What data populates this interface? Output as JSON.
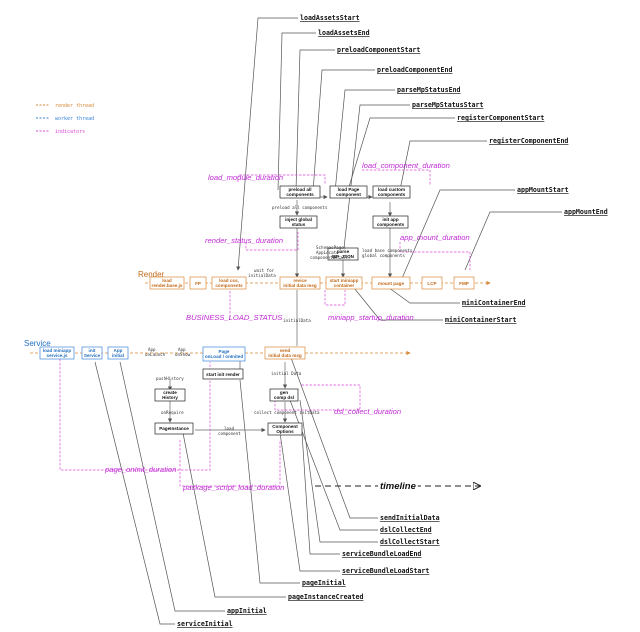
{
  "legend": {
    "render": "render thread",
    "worker": "worker thread",
    "indicators": "indicators"
  },
  "colors": {
    "render": "#d8893a",
    "worker": "#3a86d8",
    "indicator": "#d84ad8",
    "event": "#555555"
  },
  "lanes": {
    "render": "Render",
    "service": "Service"
  },
  "boxes": {
    "preload_all": [
      "preload all",
      "components"
    ],
    "load_page": [
      "load Page",
      "component"
    ],
    "load_custom": [
      "load custom",
      "components"
    ],
    "inject_global": [
      "inject global",
      "status"
    ],
    "init_app": [
      "init app",
      "components"
    ],
    "parse_mp": [
      "parse",
      "MP_JSON"
    ],
    "load_render_base": [
      "load",
      "render.base.js"
    ],
    "fp": [
      "FP"
    ],
    "load_css": [
      "load css,",
      "components"
    ],
    "revice_initial": [
      "revice",
      "initial data msg"
    ],
    "start_miniapp": [
      "start miniapp",
      "container"
    ],
    "mount_page": [
      "mount page"
    ],
    "lcp": [
      "LCP"
    ],
    "fmp": [
      "FMP"
    ],
    "load_miniapp_service": [
      "load miniapp",
      "service.js"
    ],
    "init_service": [
      "init",
      "Service"
    ],
    "app_initial": [
      "App",
      "initial"
    ],
    "page_onload": [
      "Page",
      "onLoad / onInited"
    ],
    "send_initial": [
      "send",
      "initial data msg"
    ],
    "start_init_render": [
      "start init render"
    ],
    "create_history": [
      "create",
      "History"
    ],
    "gen_comp_dsl": [
      "gen",
      "comp dsl"
    ],
    "page_instance": [
      "PageInstance"
    ],
    "component_options": [
      "Component",
      "Options"
    ]
  },
  "small_labels": {
    "preload_all_components": "preload all components",
    "schemaspage": [
      "SchemasPage;",
      "AppLocate",
      "componentDetail;"
    ],
    "load_base_components": [
      "load base components",
      "global components"
    ],
    "wait_for": "wait for",
    "initialdata_a": "initialData",
    "initialdata_b": "initialData",
    "initial_data": "initial Data",
    "app_onlaunch": [
      "App",
      "onLaunch"
    ],
    "app_onshow": [
      "App",
      "onShow"
    ],
    "pushhistory": "pushHistory",
    "onrequire": "onRequire",
    "collect_component": "collect component initData",
    "load_component": [
      "load",
      "component"
    ]
  },
  "durations": {
    "load_module": "load_module_duration",
    "load_component": "load_component_duration",
    "render_status": "render_status_duration",
    "app_mount": "app_mount_duration",
    "business_load": "BUSINESS_LOAD_STATUS",
    "miniapp_startup": "miniapp_startup_duration",
    "dsl_collect": "dsl_collect_duration",
    "page_oninit": "page_onInit_duration",
    "package_script": "package_script_load_duration"
  },
  "timeline": "timeline",
  "events": {
    "loadAssetsStart": "loadAssetsStart",
    "loadAssetsEnd": "loadAssetsEnd",
    "preloadComponentStart": "preloadComponentStart",
    "preloadComponentEnd": "preloadComponentEnd",
    "parseMpStatusEnd": "parseMpStatusEnd",
    "parseMpStatusStart": "parseMpStatusStart",
    "registerComponentStart": "registerComponentStart",
    "registerComponentEnd": "registerComponentEnd",
    "appMountStart": "appMountStart",
    "appMountEnd": "appMountEnd",
    "miniContainerEnd": "miniContainerEnd",
    "miniContainerStart": "miniContainerStart",
    "sendInitialData": "sendInitialData",
    "dslCollectEnd": "dslCollectEnd",
    "dslCollectStart": "dslCollectStart",
    "serviceBundleLoadEnd": "serviceBundleLoadEnd",
    "serviceBundleLoadStart": "serviceBundleLoadStart",
    "pageInitial": "pageInitial",
    "pageInstanceCreated": "pageInstanceCreated",
    "appInitial": "appInitial",
    "serviceInitial": "serviceInitial"
  }
}
